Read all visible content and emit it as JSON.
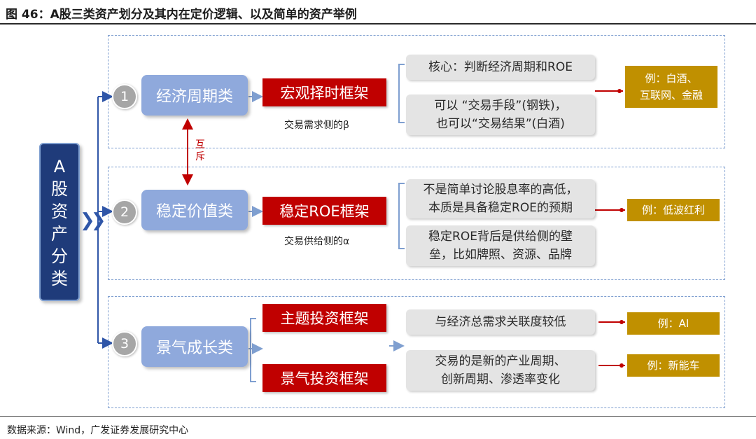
{
  "title": "图 46：A股三类资产划分及其内在定价逻辑、以及简单的资产举例",
  "source": "数据来源：Wind，广发证券发展研究中心",
  "root": {
    "label": "A股资产分类"
  },
  "mutex_label": "互斥",
  "categories": [
    {
      "number": "1",
      "label": "经济周期类",
      "frameworks": [
        {
          "label": "宏观择时框架"
        }
      ],
      "side_note": "交易需求侧的β",
      "descriptions": [
        {
          "line1": "核心：判断经济周期和ROE",
          "line2": ""
        },
        {
          "line1": "可以 “交易手段”(钢铁)，",
          "line2": "也可以“交易结果”(白酒)"
        }
      ],
      "example": {
        "line1": "例：白酒、",
        "line2": "互联网、金融"
      }
    },
    {
      "number": "2",
      "label": "稳定价值类",
      "frameworks": [
        {
          "label": "稳定ROE框架"
        }
      ],
      "side_note": "交易供给侧的α",
      "descriptions": [
        {
          "line1": "不是简单讨论股息率的高低，",
          "line2": "本质是具备稳定ROE的预期"
        },
        {
          "line1": "稳定ROE背后是供给侧的壁",
          "line2": "垒，比如牌照、资源、品牌"
        }
      ],
      "example": {
        "line1": "例：低波红利",
        "line2": ""
      }
    },
    {
      "number": "3",
      "label": "景气成长类",
      "frameworks": [
        {
          "label": "主题投资框架"
        },
        {
          "label": "景气投资框架"
        }
      ],
      "side_note": "",
      "descriptions": [
        {
          "line1": "与经济总需求关联度较低",
          "line2": ""
        },
        {
          "line1": "交易的是新的产业周期、",
          "line2": "创新周期、渗透率变化"
        }
      ],
      "examples": [
        {
          "line1": "例：AI"
        },
        {
          "line1": "例：新能车"
        }
      ]
    }
  ],
  "colors": {
    "root_fill": "#1f3b7a",
    "category_fill": "#8fa9dc",
    "framework_fill": "#c00000",
    "description_fill": "#e4e4e4",
    "example_fill": "#c09000",
    "connector": "#2f56a8",
    "dashed_border": "#7f9fd0"
  }
}
